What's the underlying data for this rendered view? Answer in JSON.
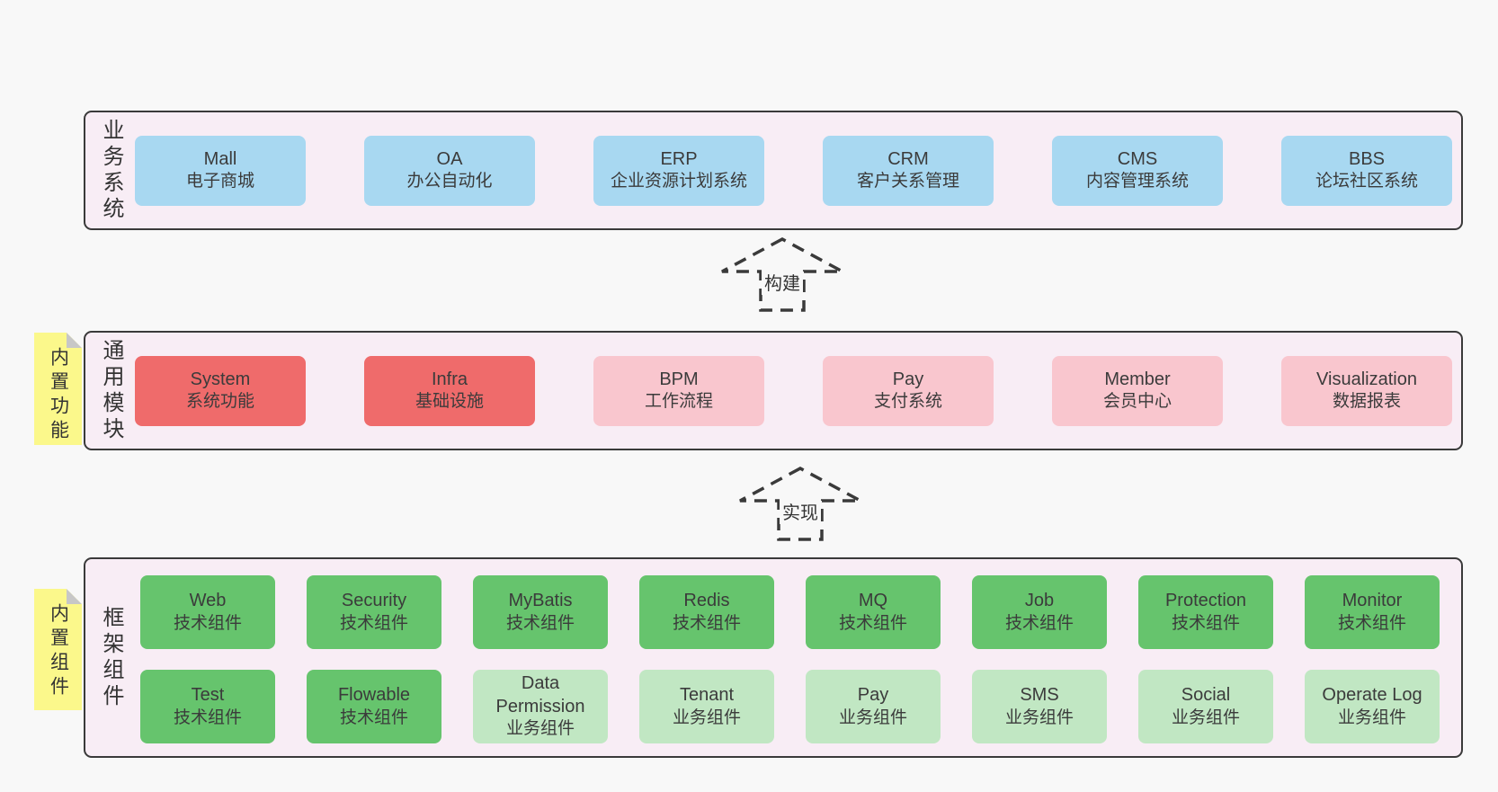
{
  "colors": {
    "page_bg": "#f8f8f8",
    "band_bg": "#f8edf5",
    "band_border": "#3a3a3a",
    "blue": "#a8d8f1",
    "red": "#ef6b6b",
    "pink": "#f9c6ce",
    "green": "#66c46d",
    "lightgreen": "#c1e7c3",
    "sticky": "#fbf88b",
    "sticky_fold": "#c7c7c7",
    "text": "#3b3b3b"
  },
  "bands": [
    {
      "label": "业务系统",
      "boxes": [
        {
          "name": "Mall",
          "desc": "电子商城",
          "variant": "blue"
        },
        {
          "name": "OA",
          "desc": "办公自动化",
          "variant": "blue"
        },
        {
          "name": "ERP",
          "desc": "企业资源计划系统",
          "variant": "blue"
        },
        {
          "name": "CRM",
          "desc": "客户关系管理",
          "variant": "blue"
        },
        {
          "name": "CMS",
          "desc": "内容管理系统",
          "variant": "blue"
        },
        {
          "name": "BBS",
          "desc": "论坛社区系统",
          "variant": "blue"
        }
      ]
    },
    {
      "label": "通用模块",
      "sticky": "内置功能",
      "boxes": [
        {
          "name": "System",
          "desc": "系统功能",
          "variant": "red"
        },
        {
          "name": "Infra",
          "desc": "基础设施",
          "variant": "red"
        },
        {
          "name": "BPM",
          "desc": "工作流程",
          "variant": "pink"
        },
        {
          "name": "Pay",
          "desc": "支付系统",
          "variant": "pink"
        },
        {
          "name": "Member",
          "desc": "会员中心",
          "variant": "pink"
        },
        {
          "name": "Visualization",
          "desc": "数据报表",
          "variant": "pink"
        }
      ]
    },
    {
      "label": "框架组件",
      "sticky": "内置组件",
      "rows": [
        [
          {
            "name": "Web",
            "desc": "技术组件",
            "variant": "green"
          },
          {
            "name": "Security",
            "desc": "技术组件",
            "variant": "green"
          },
          {
            "name": "MyBatis",
            "desc": "技术组件",
            "variant": "green"
          },
          {
            "name": "Redis",
            "desc": "技术组件",
            "variant": "green"
          },
          {
            "name": "MQ",
            "desc": "技术组件",
            "variant": "green"
          },
          {
            "name": "Job",
            "desc": "技术组件",
            "variant": "green"
          },
          {
            "name": "Protection",
            "desc": "技术组件",
            "variant": "green"
          },
          {
            "name": "Monitor",
            "desc": "技术组件",
            "variant": "green"
          }
        ],
        [
          {
            "name": "Test",
            "desc": "技术组件",
            "variant": "green"
          },
          {
            "name": "Flowable",
            "desc": "技术组件",
            "variant": "green"
          },
          {
            "name": "Data Permission",
            "desc": "业务组件",
            "variant": "lightgreen"
          },
          {
            "name": "Tenant",
            "desc": "业务组件",
            "variant": "lightgreen"
          },
          {
            "name": "Pay",
            "desc": "业务组件",
            "variant": "lightgreen"
          },
          {
            "name": "SMS",
            "desc": "业务组件",
            "variant": "lightgreen"
          },
          {
            "name": "Social",
            "desc": "业务组件",
            "variant": "lightgreen"
          },
          {
            "name": "Operate Log",
            "desc": "业务组件",
            "variant": "lightgreen"
          }
        ]
      ]
    }
  ],
  "arrows": [
    {
      "label": "构建"
    },
    {
      "label": "实现"
    }
  ]
}
